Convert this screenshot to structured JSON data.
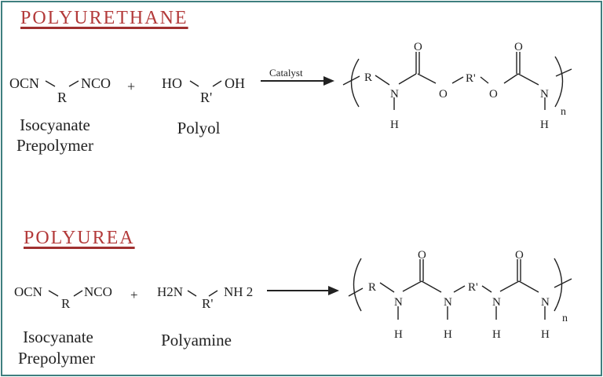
{
  "polyurethane": {
    "title": "POLYURETHANE",
    "reactant1": {
      "left": "OCN",
      "center": "R",
      "right": "NCO",
      "label_line1": "Isocyanate",
      "label_line2": "Prepolymer"
    },
    "plus": "+",
    "reactant2": {
      "left": "HO",
      "center": "R'",
      "right": "OH",
      "label": "Polyol"
    },
    "arrow_label": "Catalyst",
    "product": {
      "atoms": [
        "R",
        "N",
        "H",
        "O",
        "O",
        "R'",
        "O",
        "O",
        "N",
        "H"
      ],
      "repeat": "n"
    }
  },
  "polyurea": {
    "title": "POLYUREA",
    "reactant1": {
      "left": "OCN",
      "center": "R",
      "right": "NCO",
      "label_line1": "Isocyanate",
      "label_line2": "Prepolymer"
    },
    "plus": "+",
    "reactant2": {
      "left": "H2N",
      "center": "R'",
      "right": "NH 2",
      "label": "Polyamine"
    },
    "product": {
      "atoms": [
        "R",
        "N",
        "H",
        "O",
        "N",
        "H",
        "R'",
        "N",
        "H",
        "O",
        "N",
        "H"
      ],
      "repeat": "n"
    }
  },
  "colors": {
    "title": "#b33a3a",
    "border": "#3f7f7f",
    "ink": "#222222"
  }
}
